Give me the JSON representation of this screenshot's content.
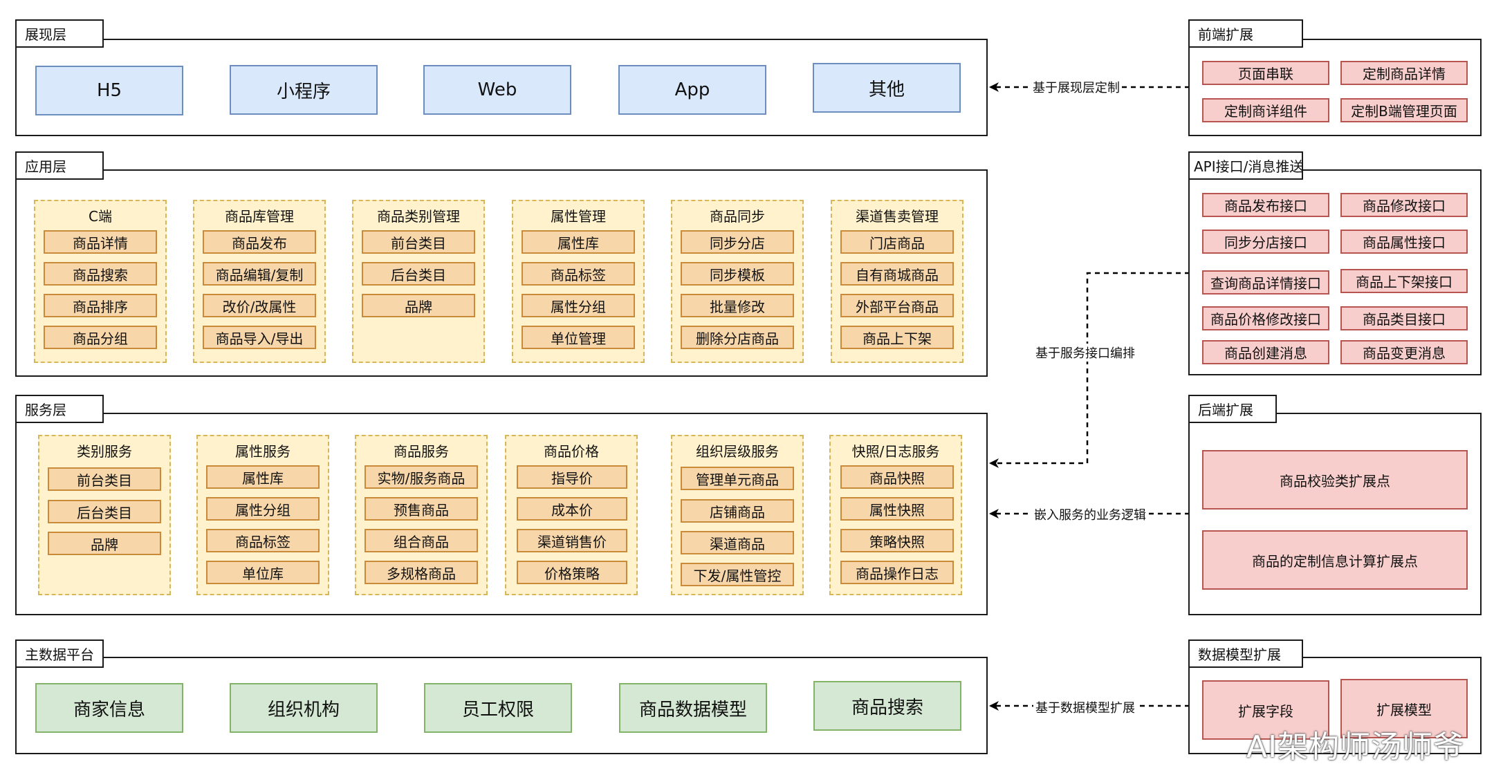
{
  "presentation": {
    "title": "展现层",
    "items": [
      "H5",
      "小程序",
      "Web",
      "App",
      "其他"
    ]
  },
  "application": {
    "title": "应用层",
    "groups": [
      {
        "title": "C端",
        "items": [
          "商品详情",
          "商品搜索",
          "商品排序",
          "商品分组"
        ]
      },
      {
        "title": "商品库管理",
        "items": [
          "商品发布",
          "商品编辑/复制",
          "改价/改属性",
          "商品导入/导出"
        ]
      },
      {
        "title": "商品类别管理",
        "items": [
          "前台类目",
          "后台类目",
          "品牌"
        ]
      },
      {
        "title": "属性管理",
        "items": [
          "属性库",
          "商品标签",
          "属性分组",
          "单位管理"
        ]
      },
      {
        "title": "商品同步",
        "items": [
          "同步分店",
          "同步模板",
          "批量修改",
          "删除分店商品"
        ]
      },
      {
        "title": "渠道售卖管理",
        "items": [
          "门店商品",
          "自有商城商品",
          "外部平台商品",
          "商品上下架"
        ]
      }
    ]
  },
  "service": {
    "title": "服务层",
    "groups": [
      {
        "title": "类别服务",
        "items": [
          "前台类目",
          "后台类目",
          "品牌"
        ]
      },
      {
        "title": "属性服务",
        "items": [
          "属性库",
          "属性分组",
          "商品标签",
          "单位库"
        ]
      },
      {
        "title": "商品服务",
        "items": [
          "实物/服务商品",
          "预售商品",
          "组合商品",
          "多规格商品"
        ]
      },
      {
        "title": "商品价格",
        "items": [
          "指导价",
          "成本价",
          "渠道销售价",
          "价格策略"
        ]
      },
      {
        "title": "组织层级服务",
        "items": [
          "管理单元商品",
          "店铺商品",
          "渠道商品",
          "下发/属性管控"
        ]
      },
      {
        "title": "快照/日志服务",
        "items": [
          "商品快照",
          "属性快照",
          "策略快照",
          "商品操作日志"
        ]
      }
    ]
  },
  "master_data": {
    "title": "主数据平台",
    "items": [
      "商家信息",
      "组织机构",
      "员工权限",
      "商品数据模型",
      "商品搜索"
    ]
  },
  "frontend_ext": {
    "title": "前端扩展",
    "items": [
      "页面串联",
      "定制商品详情",
      "定制商详组件",
      "定制B端管理页面"
    ]
  },
  "api": {
    "title": "API接口/消息推送",
    "items": [
      "商品发布接口",
      "商品修改接口",
      "同步分店接口",
      "商品属性接口",
      "查询商品详情接口",
      "商品上下架接口",
      "商品价格修改接口",
      "商品类目接口",
      "商品创建消息",
      "商品变更消息"
    ]
  },
  "backend_ext": {
    "title": "后端扩展",
    "items": [
      "商品校验类扩展点",
      "商品的定制信息计算扩展点"
    ]
  },
  "data_model_ext": {
    "title": "数据模型扩展",
    "items": [
      "扩展字段",
      "扩展模型"
    ]
  },
  "connectors": {
    "presentation": "基于展现层定制",
    "api": "基于服务接口编排",
    "backend": "嵌入服务的业务逻辑",
    "data_model": "基于数据模型扩展"
  },
  "watermark": "AI架构师汤师爷"
}
